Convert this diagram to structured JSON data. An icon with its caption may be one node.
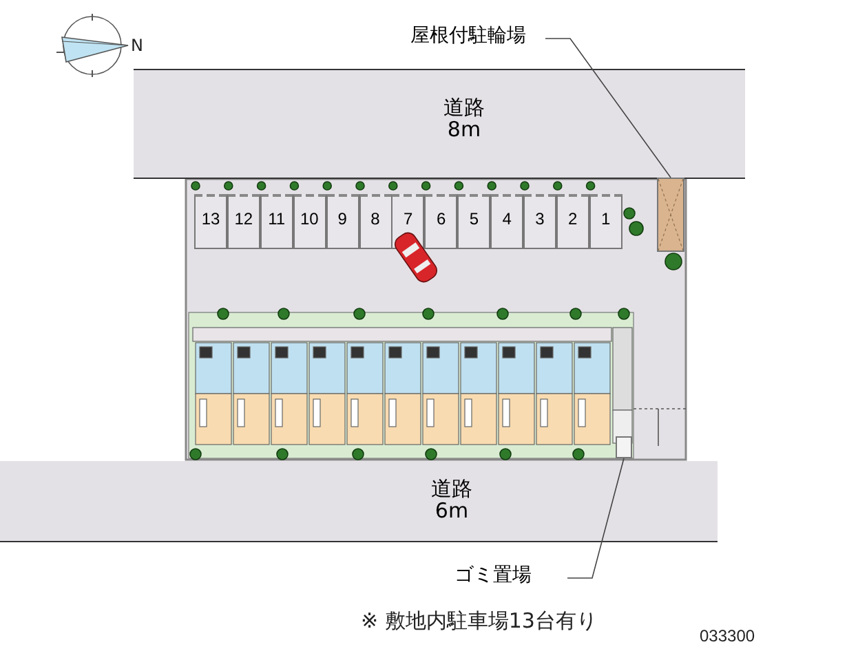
{
  "diagram": {
    "nodes": [
      {
        "text": [
          "道路 8m"
        ]
      },
      {
        "text": [
          "道路 6m"
        ]
      },
      {
        "text": [
          "13"
        ]
      },
      {
        "text": [
          "12"
        ]
      },
      {
        "text": [
          "11"
        ]
      },
      {
        "text": [
          "10"
        ]
      },
      {
        "text": [
          "9"
        ]
      },
      {
        "text": [
          "8"
        ]
      },
      {
        "text": [
          "7"
        ]
      },
      {
        "text": [
          "6"
        ]
      },
      {
        "text": [
          "5"
        ]
      },
      {
        "text": [
          "4"
        ]
      },
      {
        "text": [
          "3"
        ]
      },
      {
        "text": [
          "2"
        ]
      },
      {
        "text": [
          "1"
        ]
      },
      {
        "text": [
          "屋根付駐輪場"
        ]
      },
      {
        "text": [],
        "shape": "box"
      },
      {
        "text": [
          "ゴミ置場"
        ]
      },
      {
        "text": [],
        "shape": "box"
      }
    ],
    "edges": [
      {
        "from": 15,
        "to": 16,
        "arrow": "none"
      },
      {
        "from": 17,
        "to": 18,
        "arrow": "none"
      }
    ],
    "labels": [
      "N",
      "※ 敷地内駐車場13台有り",
      "033300"
    ]
  }
}
